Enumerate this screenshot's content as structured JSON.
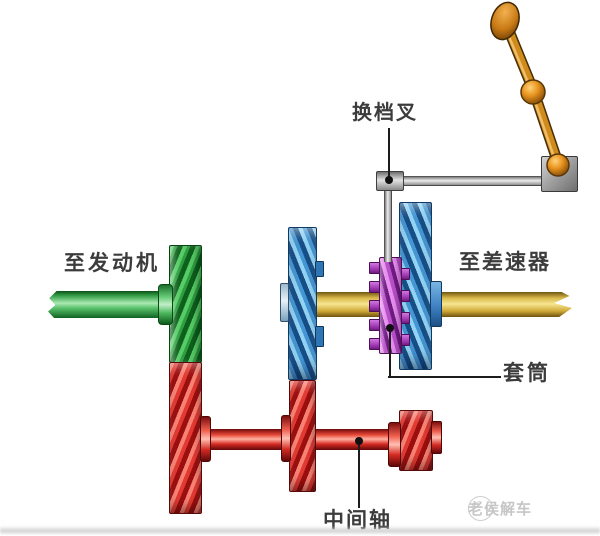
{
  "diagram": {
    "labels": {
      "shift_fork": "换档叉",
      "to_engine": "至发动机",
      "to_differential": "至差速器",
      "sleeve": "套筒",
      "counter_shaft": "中间轴"
    },
    "watermark": {
      "text": "老侯解车"
    },
    "colors": {
      "label_text": "#3c3c3c",
      "watermark_gray": "#c6c6c6",
      "gear_green": "#2f9e40",
      "gear_red": "#d42a22",
      "gear_blue": "#4496d4",
      "sleeve_purple": "#b750c8",
      "shaft_yellow": "#e2c25e",
      "shaft_green": "#3fae52",
      "shaft_red": "#e03a32",
      "lever_gold": "#cf8c1c",
      "linkage_gray": "#a8a8a8"
    }
  }
}
